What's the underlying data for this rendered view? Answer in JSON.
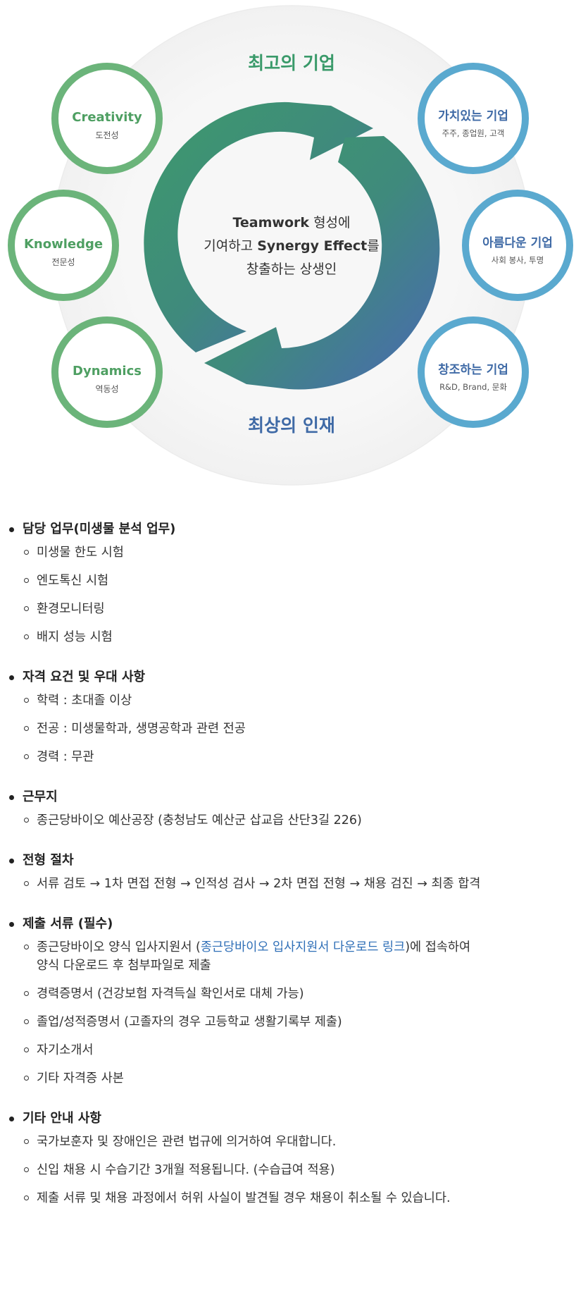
{
  "diagram": {
    "top_title": "최고의 기업",
    "bottom_title": "최상의 인재",
    "center": {
      "line1_bold": "Teamwork",
      "line1_rest": " 형성에",
      "line2_pre": "기여하고 ",
      "line2_bold": "Synergy Effect",
      "line2_post": "를",
      "line3": "창출하는 상생인"
    },
    "left_circles": [
      {
        "title": "Creativity",
        "sub": "도전성"
      },
      {
        "title": "Knowledge",
        "sub": "전문성"
      },
      {
        "title": "Dynamics",
        "sub": "역동성"
      }
    ],
    "right_circles": [
      {
        "title": "가치있는 기업",
        "sub": "주주, 종업원, 고객"
      },
      {
        "title": "아름다운 기업",
        "sub": "사회 봉사, 투명"
      },
      {
        "title": "창조하는 기업",
        "sub": "R&D, Brand, 문화"
      }
    ],
    "colors": {
      "green": "#6bb47a",
      "blue": "#5aa9cf",
      "title_green": "#3a9a6a",
      "title_blue": "#3f6aa6",
      "arrow_green": "#3c9470",
      "arrow_blue": "#4a6fb0"
    }
  },
  "sections": {
    "duties": {
      "title": "담당 업무(미생물 분석 업무)",
      "items": [
        "미생물 한도 시험",
        "엔도톡신 시험",
        "환경모니터링",
        "배지 성능 시험"
      ]
    },
    "requirements": {
      "title": "자격 요건 및 우대 사항",
      "items": [
        "학력 : 초대졸 이상",
        "전공 : 미생물학과, 생명공학과 관련 전공",
        "경력 : 무관"
      ]
    },
    "location": {
      "title": "근무지",
      "items": [
        "종근당바이오 예산공장 (충청남도 예산군 삽교읍 산단3길 226)"
      ]
    },
    "process": {
      "title": "전형 절차",
      "items": [
        "서류 검토 → 1차 면접 전형 → 인적성 검사 → 2차 면접 전형 → 채용 검진 → 최종 합격"
      ]
    },
    "documents": {
      "title": "제출 서류 (필수)",
      "first_pre": "종근당바이오 양식 입사지원서 (",
      "first_link": "종근당바이오 입사지원서 다운로드 링크",
      "first_post": ")에 접속하여",
      "first_line2": "양식 다운로드 후 첨부파일로 제출",
      "items": [
        "경력증명서 (건강보험 자격득실 확인서로 대체 가능)",
        "졸업/성적증명서 (고졸자의 경우 고등학교 생활기록부 제출)",
        "자기소개서",
        "기타 자격증 사본"
      ]
    },
    "other": {
      "title": "기타 안내 사항",
      "items": [
        "국가보훈자 및 장애인은 관련 법규에 의거하여 우대합니다.",
        "신입 채용 시 수습기간 3개월 적용됩니다. (수습급여 적용)",
        "제출 서류 및 채용 과정에서 허위 사실이 발견될 경우 채용이 취소될 수 있습니다."
      ]
    }
  }
}
